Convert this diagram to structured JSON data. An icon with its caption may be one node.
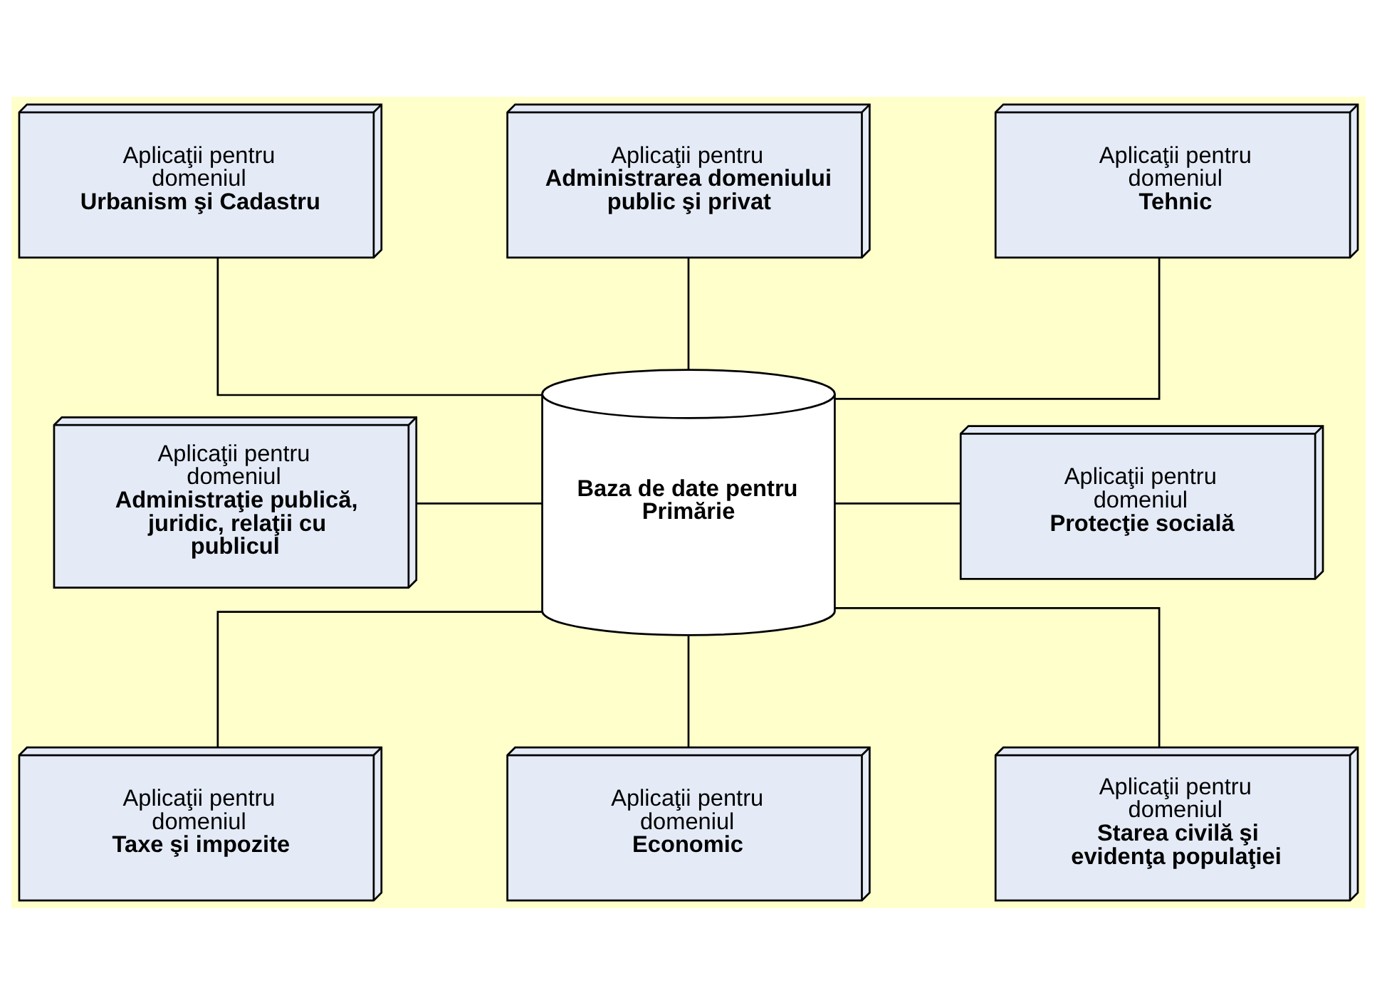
{
  "diagram": {
    "nodes": [
      {
        "text": [
          "Aplicaţii pentru domeniul",
          "Urbanism şi Cadastru"
        ]
      },
      {
        "text": [
          "Aplicaţii pentru",
          "Administrarea domeniului public şi privat"
        ]
      },
      {
        "text": [
          "Aplicaţii pentru domeniul",
          "Tehnic"
        ]
      },
      {
        "text": [
          "Aplicaţii pentru domeniul",
          "Administraţie publică, juridic, relaţii cu publicul"
        ]
      },
      {
        "text": [
          "Baza de date pentru Primărie"
        ]
      },
      {
        "text": [
          "Aplicaţii pentru domeniul",
          "Protecţie socială"
        ]
      },
      {
        "text": [
          "Aplicaţii pentru domeniul",
          "Taxe şi impozite"
        ]
      },
      {
        "text": [
          "Aplicaţii pentru domeniul",
          "Economic"
        ]
      },
      {
        "text": [
          "Aplicaţii pentru domeniul",
          "Starea civilă şi evidenţa populaţiei"
        ]
      }
    ],
    "edges": [
      {
        "from": 0,
        "to": 4,
        "arrow": "none"
      },
      {
        "from": 1,
        "to": 4,
        "arrow": "none"
      },
      {
        "from": 2,
        "to": 4,
        "arrow": "none"
      },
      {
        "from": 3,
        "to": 4,
        "arrow": "none"
      },
      {
        "from": 4,
        "to": 5,
        "arrow": "none"
      },
      {
        "from": 4,
        "to": 6,
        "arrow": "none"
      },
      {
        "from": 4,
        "to": 7,
        "arrow": "none"
      },
      {
        "from": 4,
        "to": 8,
        "arrow": "none"
      }
    ]
  }
}
